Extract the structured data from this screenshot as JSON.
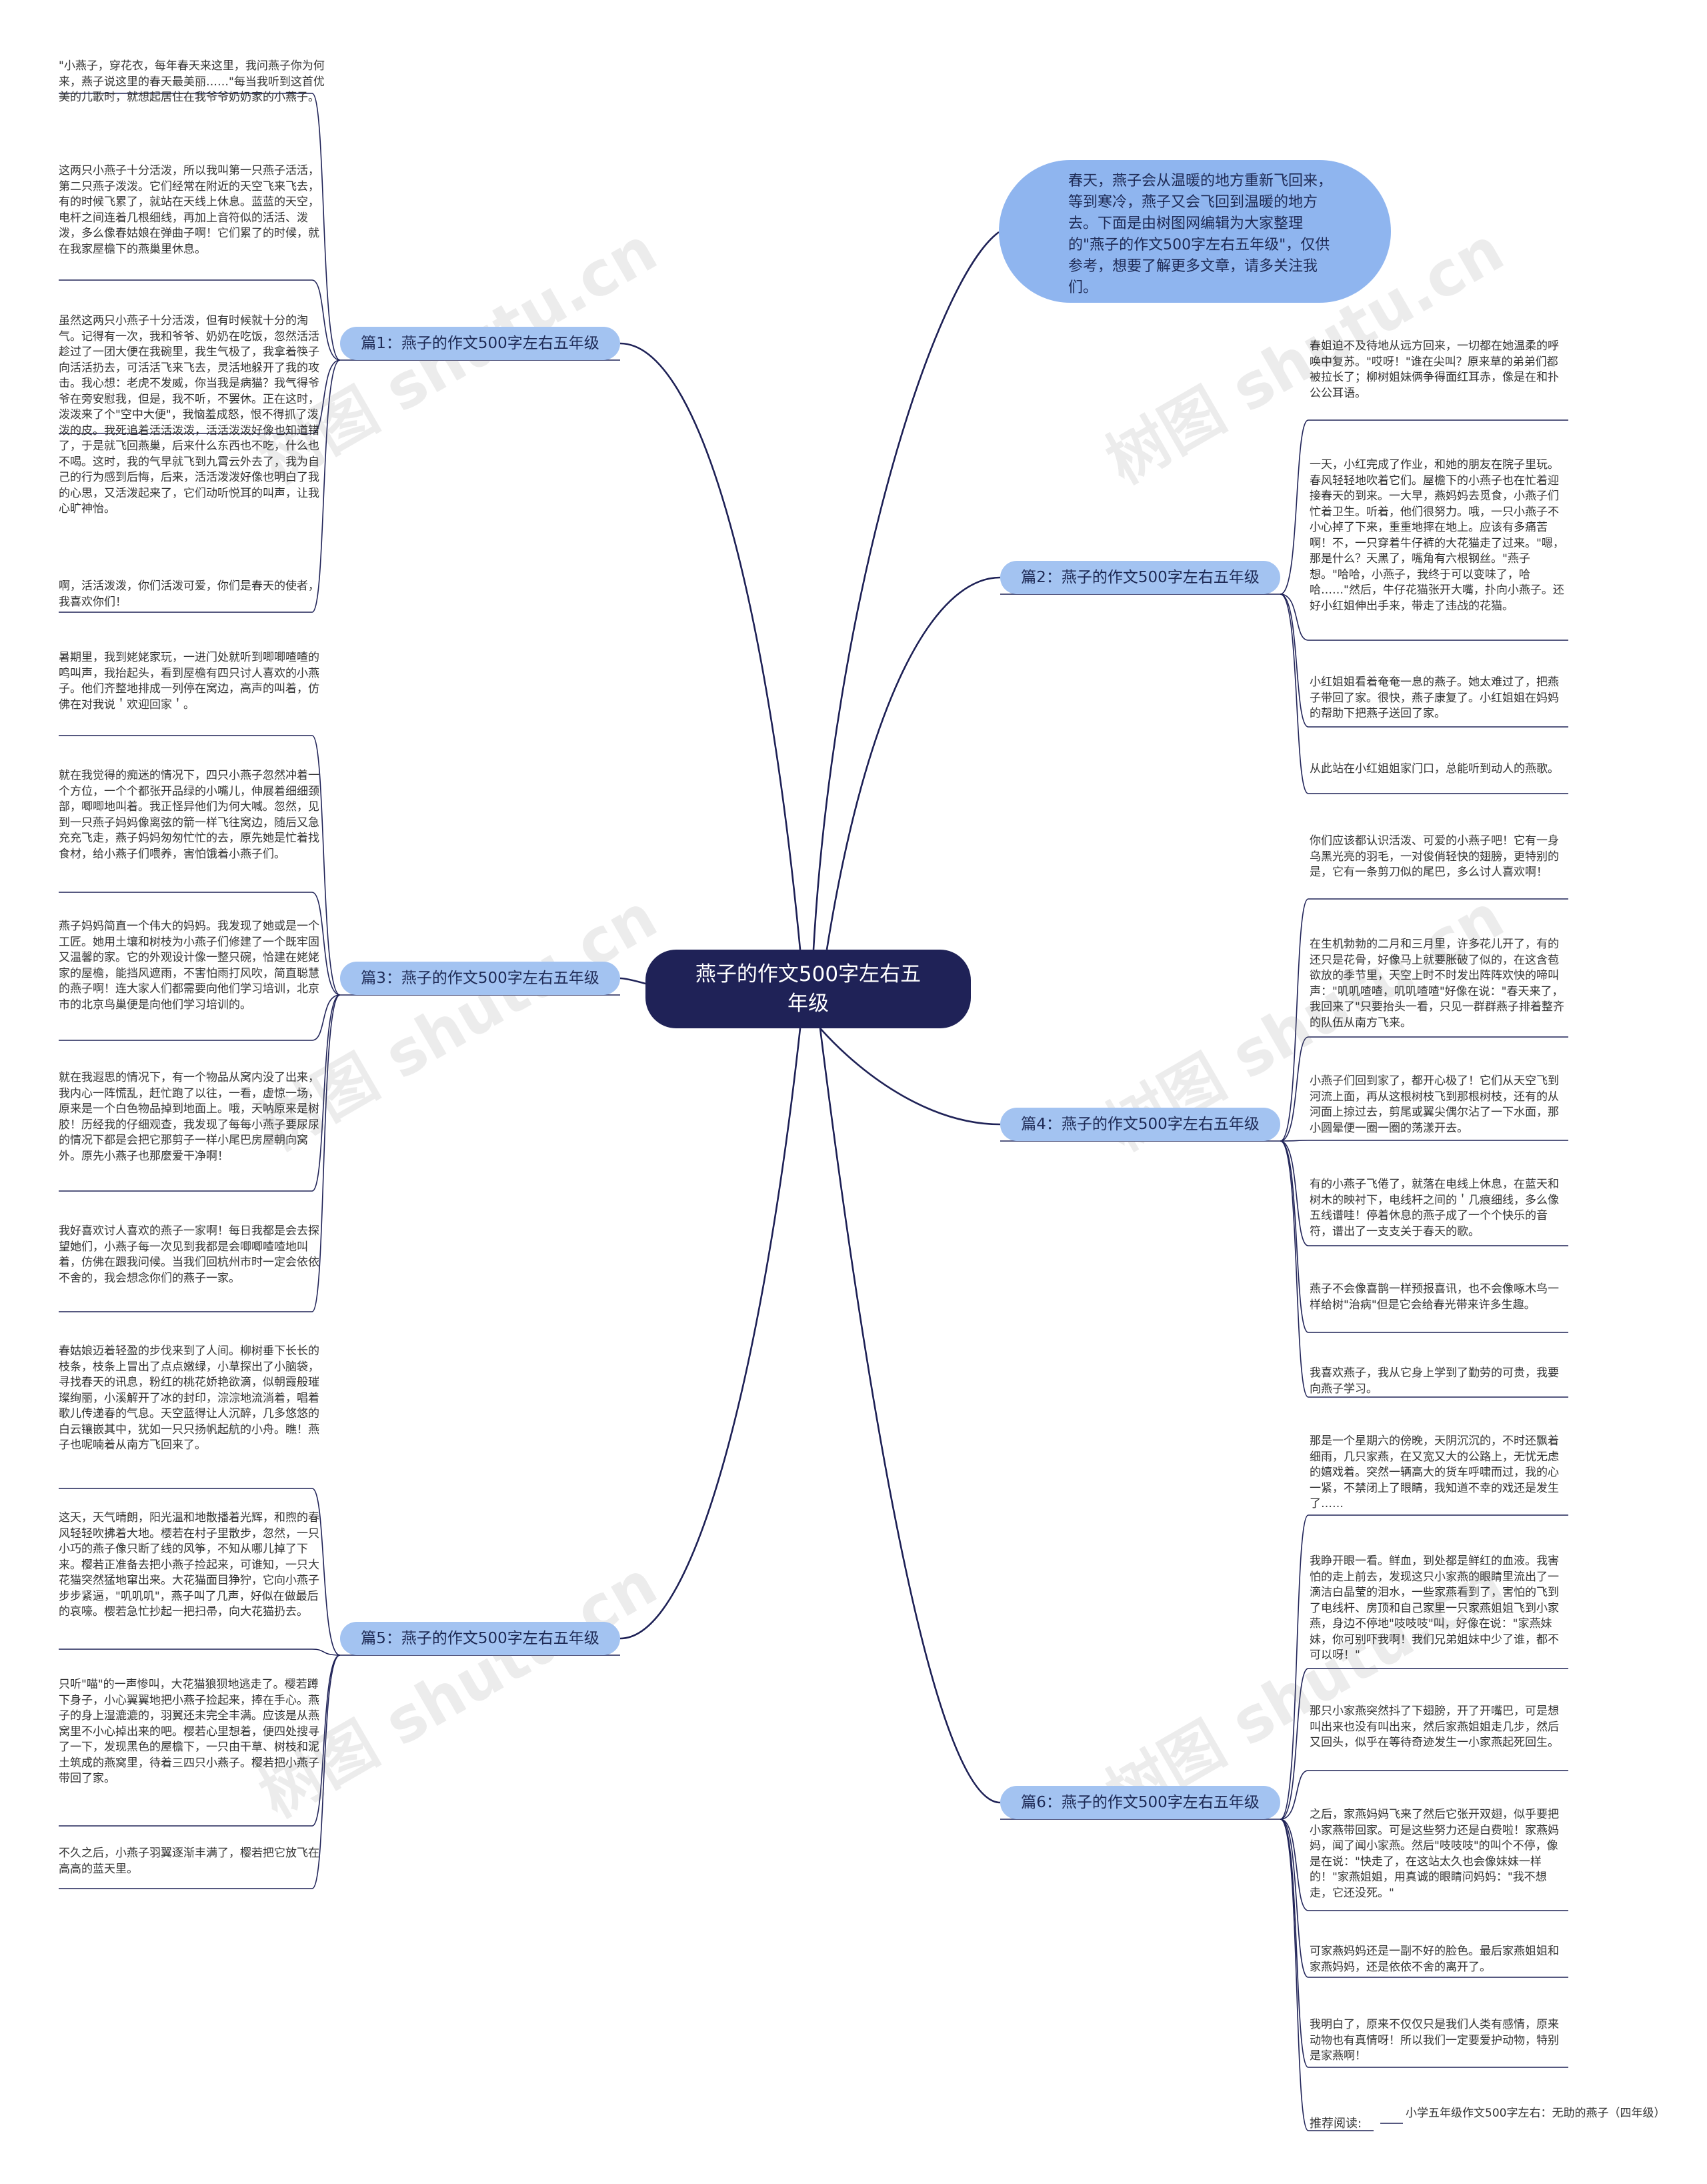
{
  "center_title": "燕子的作文500字左右五年级",
  "intro": "春天，燕子会从温暖的地方重新飞回来，等到寒冷，燕子又会飞回到温暖的地方去。下面是由树图网编辑为大家整理的\"燕子的作文500字左右五年级\"，仅供参考，想要了解更多文章，请多关注我们。",
  "watermark": "树图 shutu.cn",
  "branches": [
    {
      "label": "篇1：燕子的作文500字左右五年级",
      "leaves": [
        "\"小燕子，穿花衣，每年春天来这里，我问燕子你为何来，燕子说这里的春天最美丽……\"每当我听到这首优美的儿歌时，就想起居住在我爷爷奶奶家的小燕子。",
        "这两只小燕子十分活泼，所以我叫第一只燕子活活，第二只燕子泼泼。它们经常在附近的天空飞来飞去，有的时候飞累了，就站在天线上休息。蓝蓝的天空，电杆之间连着几根细线，再加上音符似的活活、泼泼，多么像春姑娘在弹曲子啊！它们累了的时候，就在我家屋檐下的燕巢里休息。",
        "虽然这两只小燕子十分活泼，但有时候就十分的淘气。记得有一次，我和爷爷、奶奶在吃饭，忽然活活趁过了一团大便在我碗里，我生气极了，我拿着筷子向活活扔去，可活活飞来飞去，灵活地躲开了我的攻击。我心想：老虎不发威，你当我是病猫？我气得爷爷在旁安慰我，但是，我不听，不罢休。正在这时，泼泼来了个\"空中大便\"，我恼羞成怒，恨不得抓了泼泼的皮。我死追着活活泼泼，活活泼泼好像也知道错了，于是就飞回燕巢，后来什么东西也不吃，什么也不喝。这时，我的气早就飞到九霄云外去了，我为自己的行为感到后悔，后来，活活泼泼好像也明白了我的心思，又活泼起来了，它们动听悦耳的叫声，让我心旷神怡。",
        "啊，活活泼泼，你们活泼可爱，你们是春天的使者，我喜欢你们！"
      ]
    },
    {
      "label": "篇2：燕子的作文500字左右五年级",
      "leaves": [
        "春姐迫不及待地从远方回来，一切都在她温柔的呼唤中复苏。\"哎呀！\"谁在尖叫？原来草的弟弟们都被拉长了；柳树姐妹俩争得面红耳赤，像是在和扑公公耳语。",
        "一天，小红完成了作业，和她的朋友在院子里玩。春风轻轻地吹着它们。屋檐下的小燕子也在忙着迎接春天的到来。一大早，燕妈妈去觅食，小燕子们忙着卫生。听着，他们很努力。哦，一只小燕子不小心掉了下来，重重地摔在地上。应该有多痛苦啊！不，一只穿着牛仔裤的大花猫走了过来。\"嗯，那是什么？天黑了，嘴角有六根钢丝。\"燕子想。\"哈哈，小燕子，我终于可以变味了，哈哈……\"然后，牛仔花猫张开大嘴，扑向小燕子。还好小红姐伸出手来，带走了违战的花猫。",
        "小红姐姐看着奄奄一息的燕子。她太难过了，把燕子带回了家。很快，燕子康复了。小红姐姐在妈妈的帮助下把燕子送回了家。",
        "从此站在小红姐姐家门口，总能听到动人的燕歌。"
      ]
    },
    {
      "label": "篇3：燕子的作文500字左右五年级",
      "leaves": [
        "暑期里，我到姥姥家玩，一进门处就听到唧唧喳喳的鸣叫声，我抬起头，看到屋檐有四只讨人喜欢的小燕子。他们齐整地排成一列停在窝边，高声的叫着，仿佛在对我说＇欢迎回家＇。",
        "就在我觉得的痴迷的情况下，四只小燕子忽然冲着一个方位，一个个都张开品绿的小嘴儿，伸展着细细颈部，唧唧地叫着。我正怪异他们为何大喊。忽然，见到一只燕子妈妈像离弦的箭一样飞往窝边，随后又急充充飞走，燕子妈妈匆匆忙忙的去，原先她是忙着找食材，给小燕子们喂养，害怕饿着小燕子们。",
        "燕子妈妈简直一个伟大的妈妈。我发现了她或是一个工匠。她用土壤和树枝为小燕子们修建了一个既牢固又温馨的家。它的外观设计像一整只碗，恰建在姥姥家的屋檐，能挡风遮雨，不害怕雨打风吹，简直聪慧的燕子啊！连大家人们都需要向他们学习培训，北京市的北京鸟巢便是向他们学习培训的。",
        "就在我遐思的情况下，有一个物品从窝内没了出来，我内心一阵慌乱，赶忙跑了以往，一看，虚惊一场，原来是一个白色物品掉到地面上。哦，天呐原来是树胶！历经我的仔细观查，我发现了每每小燕子要尿尿的情况下都是会把它那剪子一样小尾巴房屋朝向窝外。原先小燕子也那麼爱干净啊！",
        "我好喜欢讨人喜欢的燕子一家啊！每日我都是会去探望她们，小燕子每一次见到我都是会唧唧喳喳地叫着，仿佛在跟我问候。当我们回杭州市时一定会依依不舍的，我会想念你们的燕子一家。"
      ]
    },
    {
      "label": "篇4：燕子的作文500字左右五年级",
      "leaves": [
        "你们应该都认识活泼、可爱的小燕子吧！它有一身乌黑光亮的羽毛，一对俊俏轻快的翅膀，更特别的是，它有一条剪刀似的尾巴，多么讨人喜欢啊！",
        "在生机勃勃的二月和三月里，许多花儿开了，有的还只是花骨，好像马上就要胀破了似的，在这含苞欲放的季节里，天空上时不时发出阵阵欢快的啼叫声：\"叽叽喳喳，叽叽喳喳\"好像在说：\"春天来了，我回来了\"只要抬头一看，只见一群群燕子排着整齐的队伍从南方飞来。",
        "小燕子们回到家了，都开心极了！它们从天空飞到河流上面，再从这根树枝飞到那根树枝，还有的从河面上掠过去，剪尾或翼尖偶尔沾了一下水面，那小圆晕便一圈一圈的荡漾开去。",
        "有的小燕子飞倦了，就落在电线上休息，在蓝天和树木的映衬下，电线杆之间的＇几痕细线，多么像五线谱哇！停着休息的燕子成了一个个快乐的音符，谱出了一支支关于春天的歌。",
        "燕子不会像喜鹊一样预报喜讯，也不会像啄木鸟一样给树\"治病\"但是它会给春光带来许多生趣。",
        "我喜欢燕子，我从它身上学到了勤劳的可贵，我要向燕子学习。"
      ]
    },
    {
      "label": "篇5：燕子的作文500字左右五年级",
      "leaves": [
        "春姑娘迈着轻盈的步伐来到了人间。柳树垂下长长的枝条，枝条上冒出了点点嫩绿，小草探出了小脑袋，寻找春天的讯息，粉红的桃花娇艳欲滴，似朝霞般璀璨绚丽，小溪解开了冰的封印，淙淙地流淌着，唱着歌儿传递春的气息。天空蓝得让人沉醉，几多悠悠的白云镶嵌其中，犹如一只只扬帆起航的小舟。瞧！燕子也呢喃着从南方飞回来了。",
        "这天，天气晴朗，阳光温和地散播着光辉，和煦的春风轻轻吹拂着大地。樱若在村子里散步，忽然，一只小巧的燕子像只断了线的风筝，不知从哪儿掉了下来。樱若正准备去把小燕子捡起来，可谁知，一只大花猫突然猛地窜出来。大花猫面目狰狞，它向小燕子步步紧逼，\"叽叽叽\"，燕子叫了几声，好似在做最后的哀嚎。樱若急忙抄起一把扫帚，向大花猫扔去。",
        "只听\"喵\"的一声惨叫，大花猫狼狈地逃走了。樱若蹲下身子，小心翼翼地把小燕子捡起来，捧在手心。燕子的身上湿漉漉的，羽翼还未完全丰满。应该是从燕窝里不小心掉出来的吧。樱若心里想着，便四处搜寻了一下，发现黑色的屋檐下，一只由干草、树枝和泥土筑成的燕窝里，待着三四只小燕子。樱若把小燕子带回了家。",
        "不久之后，小燕子羽翼逐渐丰满了，樱若把它放飞在高高的蓝天里。"
      ]
    },
    {
      "label": "篇6：燕子的作文500字左右五年级",
      "leaves": [
        "那是一个星期六的傍晚，天阴沉沉的，不时还飘着细雨，几只家燕，在又宽又大的公路上，无忧无虑的嬉戏着。突然一辆高大的货车呼啸而过，我的心一紧，不禁闭上了眼睛，我知道不幸的戏还是发生了……",
        "我睁开眼一看。鲜血，到处都是鲜红的血液。我害怕的走上前去，发现这只小家燕的眼睛里流出了一滴洁白晶莹的泪水，一些家燕看到了，害怕的飞到了电线杆、房顶和自己家里一只家燕姐姐飞到小家燕，身边不停地\"吱吱吱\"叫，好像在说：\"家燕妹妹，你可别吓我啊！我们兄弟姐妹中少了谁，都不可以呀！\"",
        "那只小家燕突然抖了下翅膀，开了开嘴巴，可是想叫出来也没有叫出来，然后家燕姐姐走几步，然后又回头，似乎在等待奇迹发生一小家燕起死回生。",
        "之后，家燕妈妈飞来了然后它张开双翅，似乎要把小家燕带回家。可是这些努力还是白费啦！家燕妈妈，闻了闻小家燕。然后\"吱吱吱\"的叫个不停，像是在说：\"快走了，在这站太久也会像妹妹一样的！\"家燕姐姐，用真诚的眼睛问妈妈：\"我不想走，它还没死。\"",
        "可家燕妈妈还是一副不好的脸色。最后家燕姐姐和家燕妈妈，还是依依不舍的离开了。",
        "我明白了，原来不仅仅只是我们人类有感情，原来动物也有真情呀！所以我们一定要爱护动物，特别是家燕啊！"
      ]
    }
  ],
  "recommend": {
    "label": "推荐阅读:",
    "text": "小学五年级作文500字左右：无助的燕子（四年级）"
  }
}
